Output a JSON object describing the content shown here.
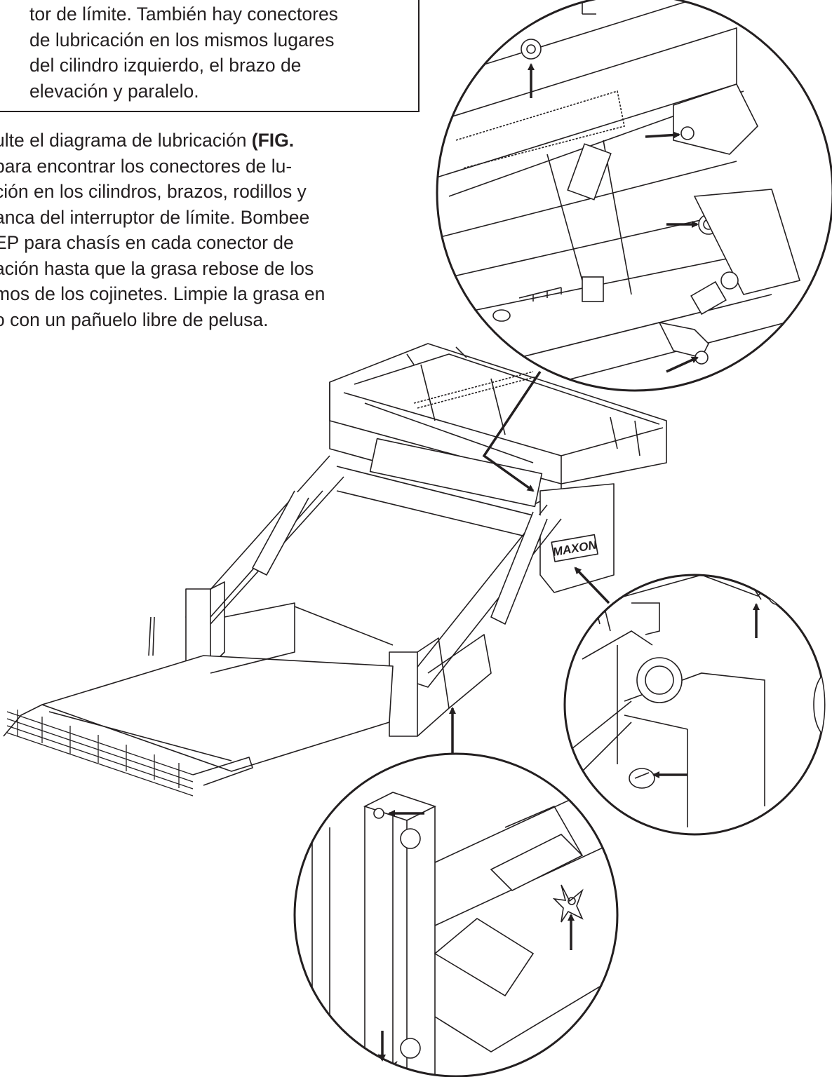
{
  "note": {
    "lines": [
      "tor de límite. También hay conectores",
      "de lubricación en los mismos lugares",
      "del cilindro izquierdo, el brazo de",
      "elevación y paralelo."
    ]
  },
  "instructions": {
    "line1_text": "ulte el diagrama de lubricación ",
    "line1_bold": "(FIG.",
    "lines": [
      "para encontrar los conectores de lu-",
      "ción en los cilindros, brazos, rodillos y",
      "anca del interruptor de límite. Bombee",
      " EP para chasís en cada conector de",
      "ación hasta que la grasa rebose de los",
      "mos de los cojinetes. Limpie la grasa en",
      "o con un pañuelo libre de pelusa."
    ]
  },
  "diagram": {
    "brand_label": "MAXON",
    "callouts": [
      "detail-top-right",
      "detail-right",
      "detail-bottom"
    ]
  }
}
